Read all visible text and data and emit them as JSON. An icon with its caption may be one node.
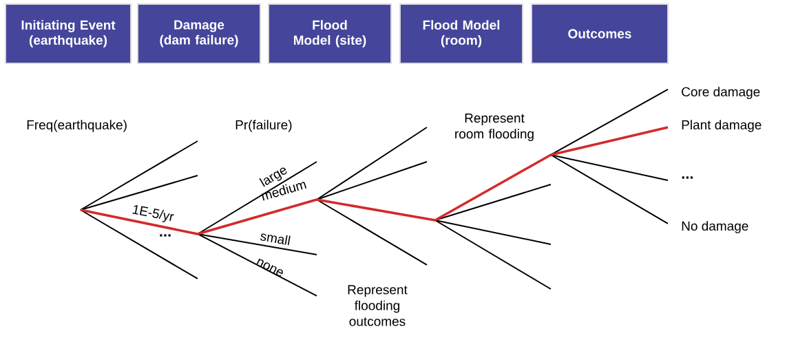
{
  "diagram": {
    "nodes": [
      {
        "text": [
          "Initiating Event (earthquake)"
        ]
      },
      {
        "text": [
          "Damage (dam failure)"
        ]
      },
      {
        "text": [
          "Flood Model (site)"
        ]
      },
      {
        "text": [
          "Flood Model (room)"
        ]
      },
      {
        "text": [
          "Outcomes"
        ]
      }
    ],
    "labels": [
      "Freq(earthquake)",
      "Pr(failure)",
      "1E-5/yr",
      "...",
      "large",
      "medium",
      "small",
      "none",
      "Represent flooding outcomes",
      "Represent room flooding",
      "Core damage",
      "Plant damage",
      "...",
      "No damage"
    ]
  }
}
